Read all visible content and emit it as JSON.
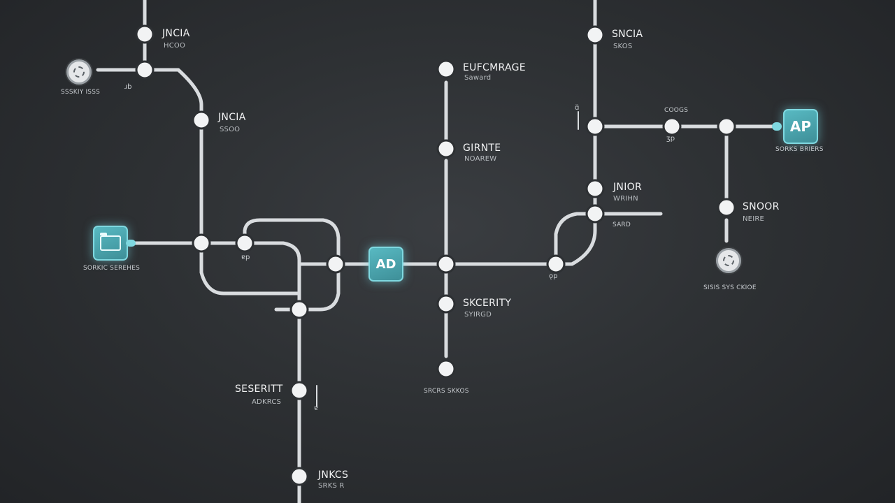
{
  "stations": {
    "top_left": {
      "title": "JNCIA",
      "sub": "HCOO"
    },
    "left_mid": {
      "title": "JNCIA",
      "sub": "SSOO"
    },
    "top_right": {
      "title": "SNCIA",
      "sub": "SKOS"
    },
    "center_top": {
      "title": "EUFCMRAGE",
      "sub": "Saward"
    },
    "center_mid": {
      "title": "GIRNTE",
      "sub": "NOAREW"
    },
    "right_mid": {
      "title": "JNIOR",
      "sub": "WRIHN"
    },
    "right_far": {
      "title": "SNOOR",
      "sub": "NEIRE"
    },
    "center_low": {
      "title": "SKCERITY",
      "sub": "SYIRGD"
    },
    "bottom_left": {
      "title": "SESERITT",
      "sub": "ADKRCS"
    },
    "bottom": {
      "title": "JNKCS",
      "sub": "SRKS R"
    }
  },
  "hubs": {
    "left_hub": {
      "caption": "SORKIC SEREHES"
    },
    "center_hub": {
      "text": "AD"
    },
    "right_hub": {
      "text": "AP",
      "caption": "SORKS BRIERS"
    }
  },
  "badges": {
    "left": {
      "caption": "SSSKIY ISSS"
    },
    "right": {
      "caption": "SISIS SYS CKIOE"
    }
  },
  "small_labels": {
    "center_bottom": "SRCRS SKKOS",
    "right_top_small": "COOGS",
    "right_junction": "SARD"
  },
  "glyphs": {
    "g1": "ɹb",
    "g2": "ɑ̈",
    "g3": "ɐp",
    "g4": "ʒp",
    "g5": "ǫp",
    "g6": "ɐ"
  },
  "colors": {
    "background": "#2e3134",
    "track": "#d9dcdf",
    "hub_accent": "#58b9c2"
  }
}
